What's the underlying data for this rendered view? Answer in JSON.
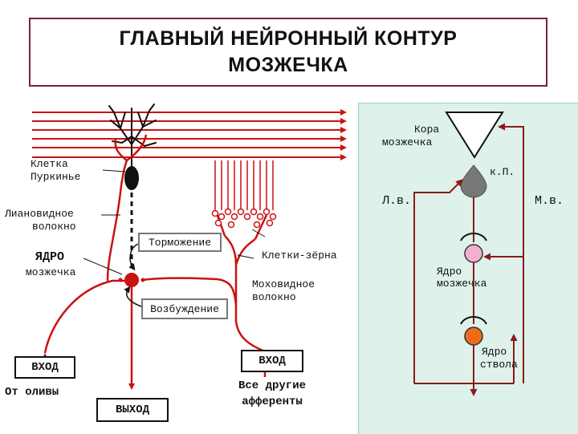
{
  "title": {
    "line1": "ГЛАВНЫЙ НЕЙРОННЫЙ КОНТУР",
    "line2": "МОЗЖЕЧКА"
  },
  "left_diagram": {
    "purkinje_label_1": "Клетка",
    "purkinje_label_2": "Пуркинье",
    "climbing_label_1": "Лиановидное",
    "climbing_label_2": "волокно",
    "nucleus_label_1": "ЯДРО",
    "nucleus_label_2": "мозжечка",
    "inhibition": "Торможение",
    "excitation": "Возбуждение",
    "granule_label": "Клетки-зёрна",
    "mossy_label_1": "Моховидное",
    "mossy_label_2": "волокно",
    "input_left": "ВХОД",
    "olive_label": "От оливы",
    "output": "ВЫХОД",
    "input_right": "ВХОД",
    "afferent_label_1": "Все другие",
    "afferent_label_2": "афференты"
  },
  "right_diagram": {
    "cortex_1": "Кора",
    "cortex_2": "мозжечка",
    "purkinje_abbr": "к.П.",
    "climbing_abbr": "Л.в.",
    "mossy_abbr": "М.в.",
    "cn_1": "Ядро",
    "cn_2": "мозжечка",
    "stem_1": "Ядро",
    "stem_2": "ствола"
  },
  "colors": {
    "fiber": "#cc1111",
    "dark_red_line": "#8b1a1a",
    "panel": "#def1ea",
    "title_border": "#7a1f45",
    "pink_node": "#f5b0cf",
    "orange_node": "#f06a1a",
    "purkinje_body": "#111111"
  }
}
